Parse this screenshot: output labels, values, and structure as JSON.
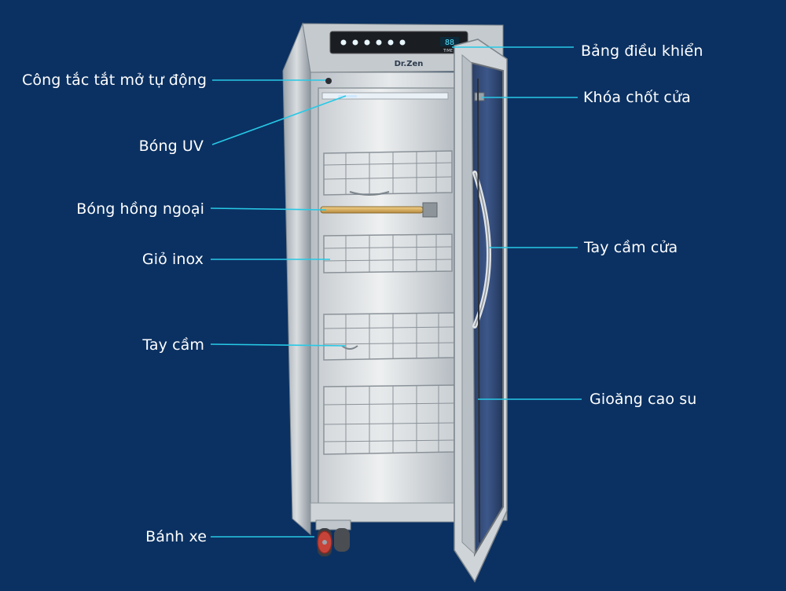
{
  "background_color": "#0b3162",
  "leader_color": "#27c9e6",
  "labels_left": [
    {
      "id": "auto-switch",
      "text": "Công tắc tắt mở tự động"
    },
    {
      "id": "uv-lamp",
      "text": "Bóng UV"
    },
    {
      "id": "infrared-lamp",
      "text": "Bóng hồng ngoại"
    },
    {
      "id": "inox-basket",
      "text": "Giỏ inox"
    },
    {
      "id": "basket-handle",
      "text": "Tay cầm"
    },
    {
      "id": "wheel",
      "text": "Bánh xe"
    }
  ],
  "labels_right": [
    {
      "id": "control-panel",
      "text": "Bảng điều khiển"
    },
    {
      "id": "door-latch",
      "text": "Khóa chốt cửa"
    },
    {
      "id": "door-handle",
      "text": "Tay cầm cửa"
    },
    {
      "id": "rubber-gasket",
      "text": "Gioăng cao su"
    }
  ],
  "cabinet": {
    "brand": "Dr.Zen",
    "time_label": "TIME",
    "display_value": "88"
  }
}
